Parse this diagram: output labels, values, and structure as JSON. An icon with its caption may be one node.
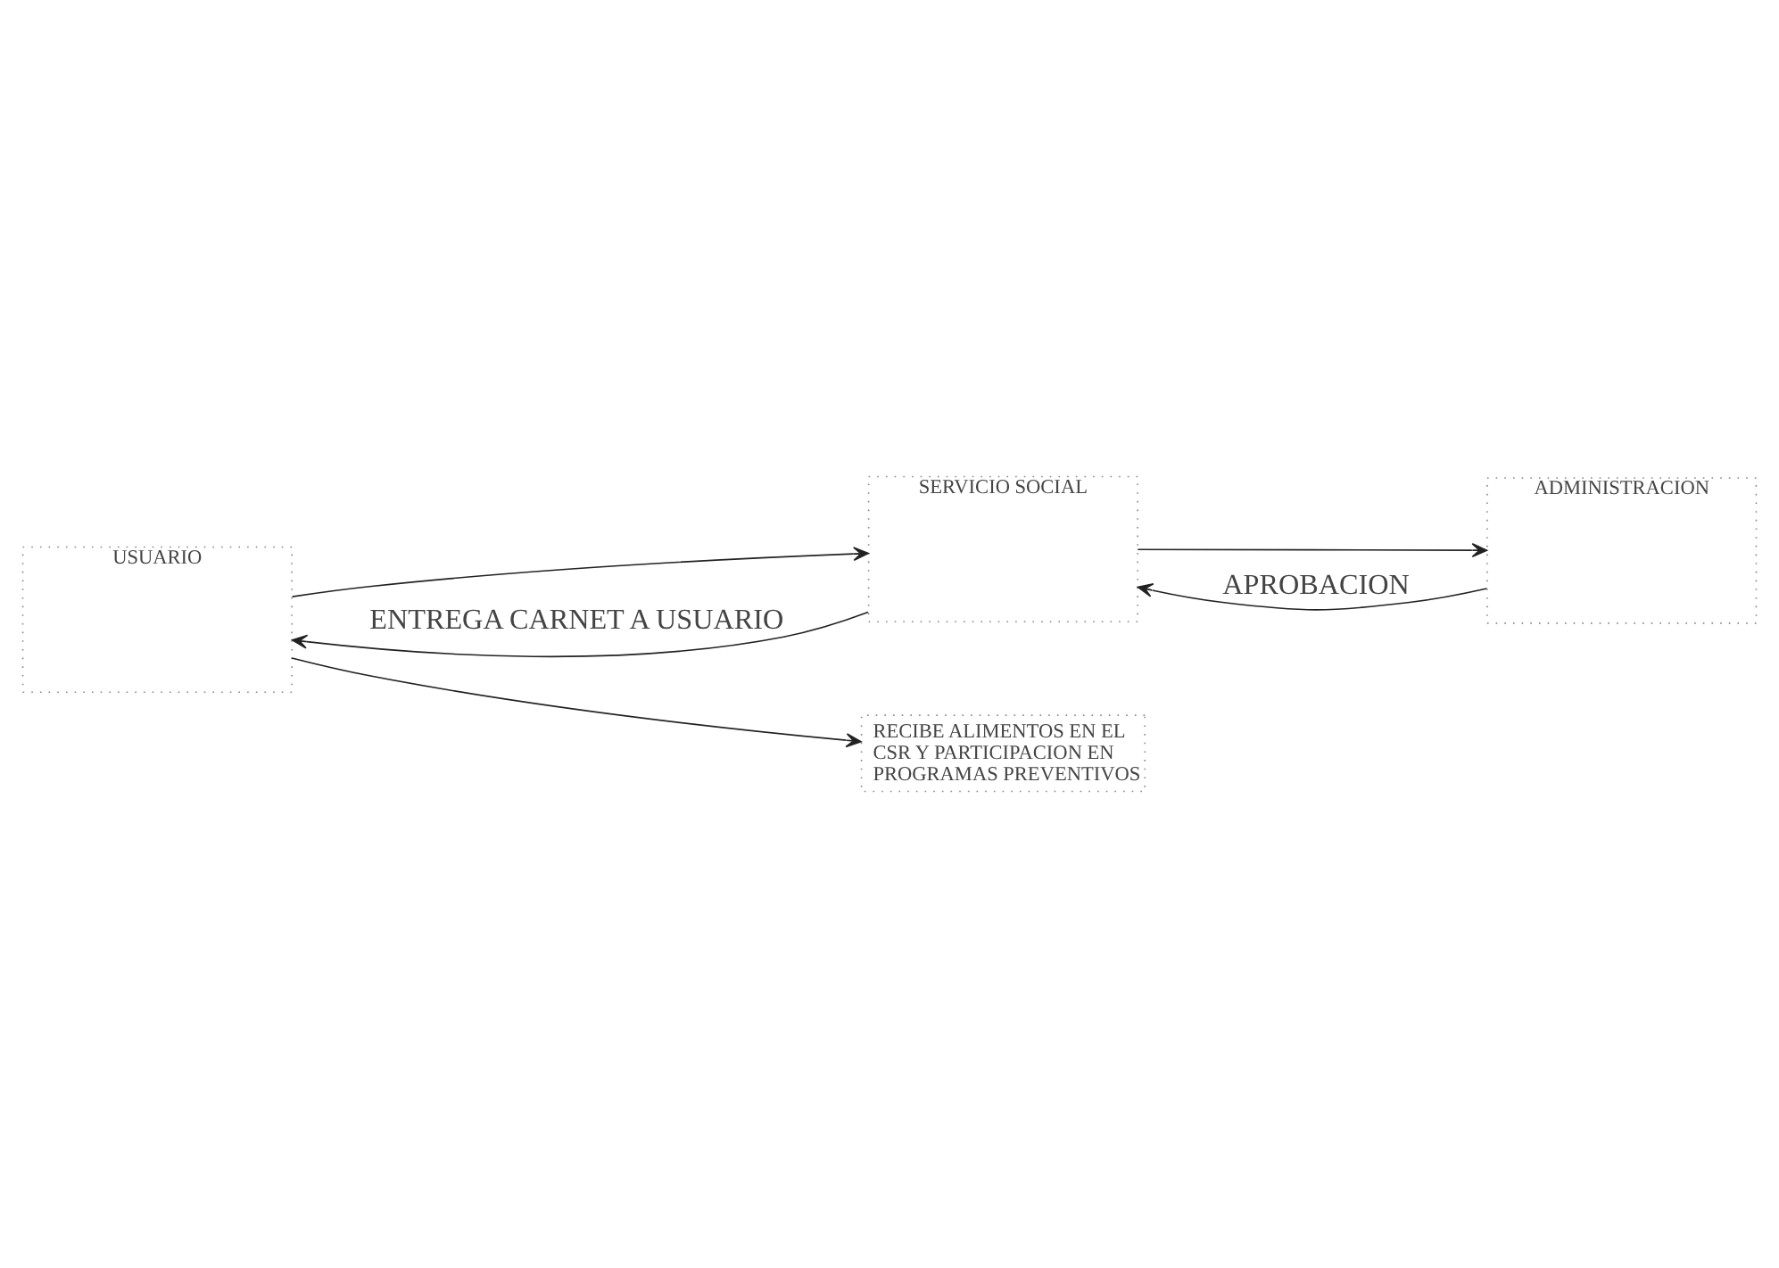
{
  "diagram": {
    "nodes": [
      {
        "text": [
          "USUARIO"
        ]
      },
      {
        "text": [
          "SERVICIO SOCIAL"
        ]
      },
      {
        "text": [
          "ADMINISTRACION"
        ]
      },
      {
        "text": [
          "RECIBE ALIMENTOS EN EL CSR Y PARTICIPACION EN PROGRAMAS PREVENTIVOS"
        ]
      }
    ],
    "edges": [
      {
        "from": 0,
        "to": 1,
        "arrow": "to"
      },
      {
        "from": 1,
        "to": 2,
        "arrow": "to"
      },
      {
        "from": 2,
        "to": 1,
        "arrow": "to",
        "label": "APROBACION"
      },
      {
        "from": 1,
        "to": 0,
        "arrow": "to",
        "label": "ENTREGA CARNET A USUARIO"
      },
      {
        "from": 0,
        "to": 3,
        "arrow": "to"
      }
    ]
  }
}
